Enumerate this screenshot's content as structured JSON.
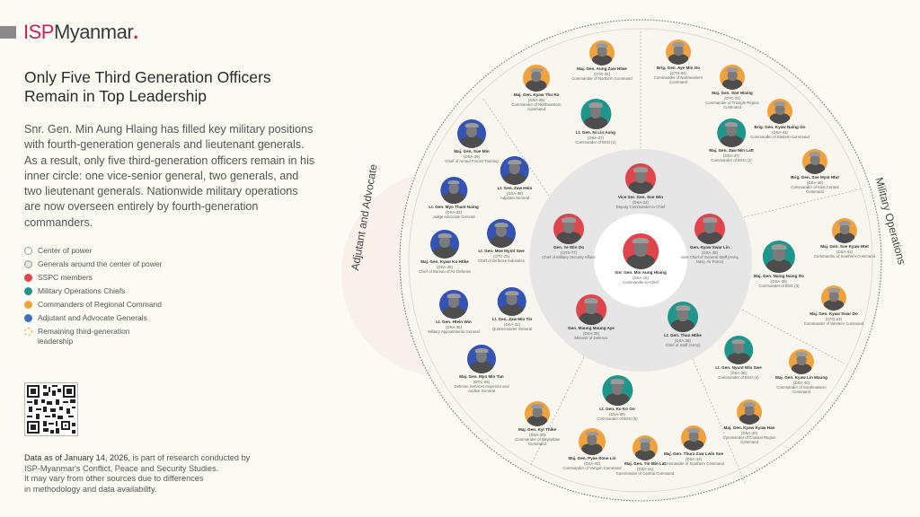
{
  "header": {
    "logo_isp": "ISP",
    "logo_myanmar": "Myanmar",
    "logo_dot": ".",
    "title_line1": "Only Five Third Generation Officers",
    "title_line2": "Remain in Top Leadership"
  },
  "description": "Snr. Gen. Min Aung Hlaing has filled key military positions with fourth-generation generals and lieutenant generals. As a result, only five third-generation officers remain in his inner circle: one vice-senior general, two generals, and two lieutenant generals. Nationwide military operations are now overseen entirely by fourth-generation commanders.",
  "legend": [
    {
      "label": "Center of power",
      "color": "#ffffff",
      "style": "solid"
    },
    {
      "label": "Generals around the center of power",
      "color": "#e3e3e6",
      "style": "solid"
    },
    {
      "label": "SSPC members",
      "color": "#e0454b",
      "style": "fill"
    },
    {
      "label": "Military Operations Chiefs",
      "color": "#1f968b",
      "style": "fill"
    },
    {
      "label": "Commanders of Regional Command",
      "color": "#f0a23e",
      "style": "fill"
    },
    {
      "label": "Adjutant and Advocate Generals",
      "color": "#3f6fc0",
      "style": "fill"
    },
    {
      "label": "Remaining third-generation leadership",
      "color": "#f0a23e",
      "style": "dashed"
    }
  ],
  "footnote": {
    "line1_strong": "Data as of January  14, 2026,",
    "line1_rest": " is part of research conducted by",
    "line2": "ISP-Myanmar's Conflict, Peace and Security Studies.",
    "line3": "It may vary from other sources due to differences",
    "line4": "in methodology and data availability."
  },
  "sectors": {
    "left": "Adjutant and Advocate",
    "right": "Military Operations"
  },
  "colors": {
    "sspc": "#e0454b",
    "operations": "#1f968b",
    "regional": "#f0a23e",
    "adjutant": "#3552b5",
    "inner_ring": "#e6e6e6",
    "center": "#ffffff"
  },
  "people": {
    "center": {
      "name": "Snr. Gen. Min Aung Hlaing",
      "code": "(DSA-15)",
      "role": "Commander-in-Chief",
      "group": "sspc"
    },
    "inner": [
      {
        "name": "Vice Snr. Gen. Soe Win",
        "code": "(DSA-22)",
        "role": "Deputy Commander-in-Chief",
        "group": "sspc"
      },
      {
        "name": "Gen. Ye Win Oo",
        "code": "(OTS-77)",
        "role": "Chief of Military Security Affairs",
        "group": "sspc"
      },
      {
        "name": "Gen. Kyaw Swar Lin",
        "code": "(DSA-35)",
        "role": "Joint Chief of General Staff (Army, Navy, Air Force)",
        "group": "sspc"
      },
      {
        "name": "Gen. Maung Maung Aye",
        "code": "(DSA-25)",
        "role": "Minister of Defence",
        "group": "sspc"
      },
      {
        "name": "Lt. Gen. Than Htike",
        "code": "(DSA-38)",
        "role": "Chief of Staff (Army)",
        "group": "operations"
      }
    ],
    "outer": [
      {
        "name": "Maj. Gen. Aung Zaw Htwe",
        "code": "(OTC-34)",
        "role": "Commander of Northern Command",
        "group": "regional"
      },
      {
        "name": "Maj. Gen. Kyaw Thu Ra",
        "code": "(DSA-39)",
        "role": "Commander of Northwestern Command",
        "group": "regional"
      },
      {
        "name": "Lt. Gen. Ni Lin Aung",
        "code": "(DSA-37)",
        "role": "Commander of BSO (1)",
        "group": "operations"
      },
      {
        "name": "Brig. Gen. Aye Min Oo",
        "code": "(OTS-94)",
        "role": "Commander of Northeastern Command",
        "group": "regional"
      },
      {
        "name": "Maj. Gen. Soe Hlaing",
        "code": "(OTC-21)",
        "role": "Commander of Triangle Region Command",
        "group": "regional"
      },
      {
        "name": "Brig. Gen. Kyaw Naing Oo",
        "code": "(DSA-41)",
        "role": "Commander of Eastern Command",
        "group": "regional"
      },
      {
        "name": "Maj. Gen. Zaw Min Latt",
        "code": "(DSA-37)",
        "role": "Commander of BSO (2)",
        "group": "operations"
      },
      {
        "name": "Brig. Gen. Soe Myat Htut",
        "code": "(DSA-40)",
        "role": "Commander of East Central Command",
        "group": "regional"
      },
      {
        "name": "Maj. Gen. Soe Kyaw Htet",
        "code": "(DSA-41)",
        "role": "Commander of Southern Command",
        "group": "regional"
      },
      {
        "name": "Maj. Gen. Naing Naing Oo",
        "code": "(DSA-35)",
        "role": "Commander of BSO (3)",
        "group": "operations"
      },
      {
        "name": "Maj. Gen. Kyaw Swar Oo",
        "code": "(OTC-22)",
        "role": "Commander of Western Command",
        "group": "regional"
      },
      {
        "name": "Lt. Gen. Nyunt Win Swe",
        "code": "(DSA-35)",
        "role": "Commander of BSO (4)",
        "group": "operations"
      },
      {
        "name": "Maj. Gen. Kyaw Lin Maung",
        "code": "(DSA-40)",
        "role": "Commander of Southeastern Command",
        "group": "regional"
      },
      {
        "name": "Maj. Gen. Kyaw Kyaw Han",
        "code": "(DSA-40)",
        "role": "Commander of Coastal Region Command",
        "group": "regional"
      },
      {
        "name": "Lt. Gen. Ko Ko Oo",
        "code": "(DSA-36)",
        "role": "Commander of BSO (5)",
        "group": "operations"
      },
      {
        "name": "Maj. Gen. Kyi Thike",
        "code": "(DSA-39)",
        "role": "Commander of Naypyitaw Command",
        "group": "regional"
      },
      {
        "name": "Maj. Gen. Pyae Sone Lin",
        "code": "(DSA-40)",
        "role": "Commander of Yangon Command",
        "group": "regional"
      },
      {
        "name": "Maj. Gen. Tin Min Lat",
        "code": "(DSA-41)",
        "role": "Commander of Central Command",
        "group": "regional"
      },
      {
        "name": "Maj. Gen. Thura Zaw Lwin Soe",
        "code": "(DSA-42)",
        "role": "Commander of Southern Command",
        "group": "regional"
      },
      {
        "name": "Maj. Gen. Soe Min",
        "code": "(DSA-39)",
        "role": "Chief of Armed Forces Training",
        "group": "adjutant"
      },
      {
        "name": "Lt. Gen. Zaw Hein",
        "code": "(DSA-38)",
        "role": "Adjutant General",
        "group": "adjutant"
      },
      {
        "name": "Lt. Gen. Myo Thant Naing",
        "code": "(DSA-32)",
        "role": "Judge Advocate General",
        "group": "adjutant"
      },
      {
        "name": "Maj. Gen. Kyaw Ko Htike",
        "code": "(DSA-38)",
        "role": "Chief of Bureau of Air Defense",
        "group": "adjutant"
      },
      {
        "name": "Lt. Gen. Moe Myint Swe",
        "code": "(OTC-21)",
        "role": "Chief of Defense Industries",
        "group": "adjutant"
      },
      {
        "name": "Lt. Gen. Htein Win",
        "code": "(DSA-36)",
        "role": "Military Appointments General",
        "group": "adjutant"
      },
      {
        "name": "Lt. Gen. Zaw Min Tin",
        "code": "(DSA-32)",
        "role": "Quartermaster General",
        "group": "adjutant"
      },
      {
        "name": "Maj. Gen. Myo Min Tun",
        "code": "(OTC-25)",
        "role": "Defense Services Inspector and Auditor General",
        "group": "adjutant"
      }
    ]
  }
}
